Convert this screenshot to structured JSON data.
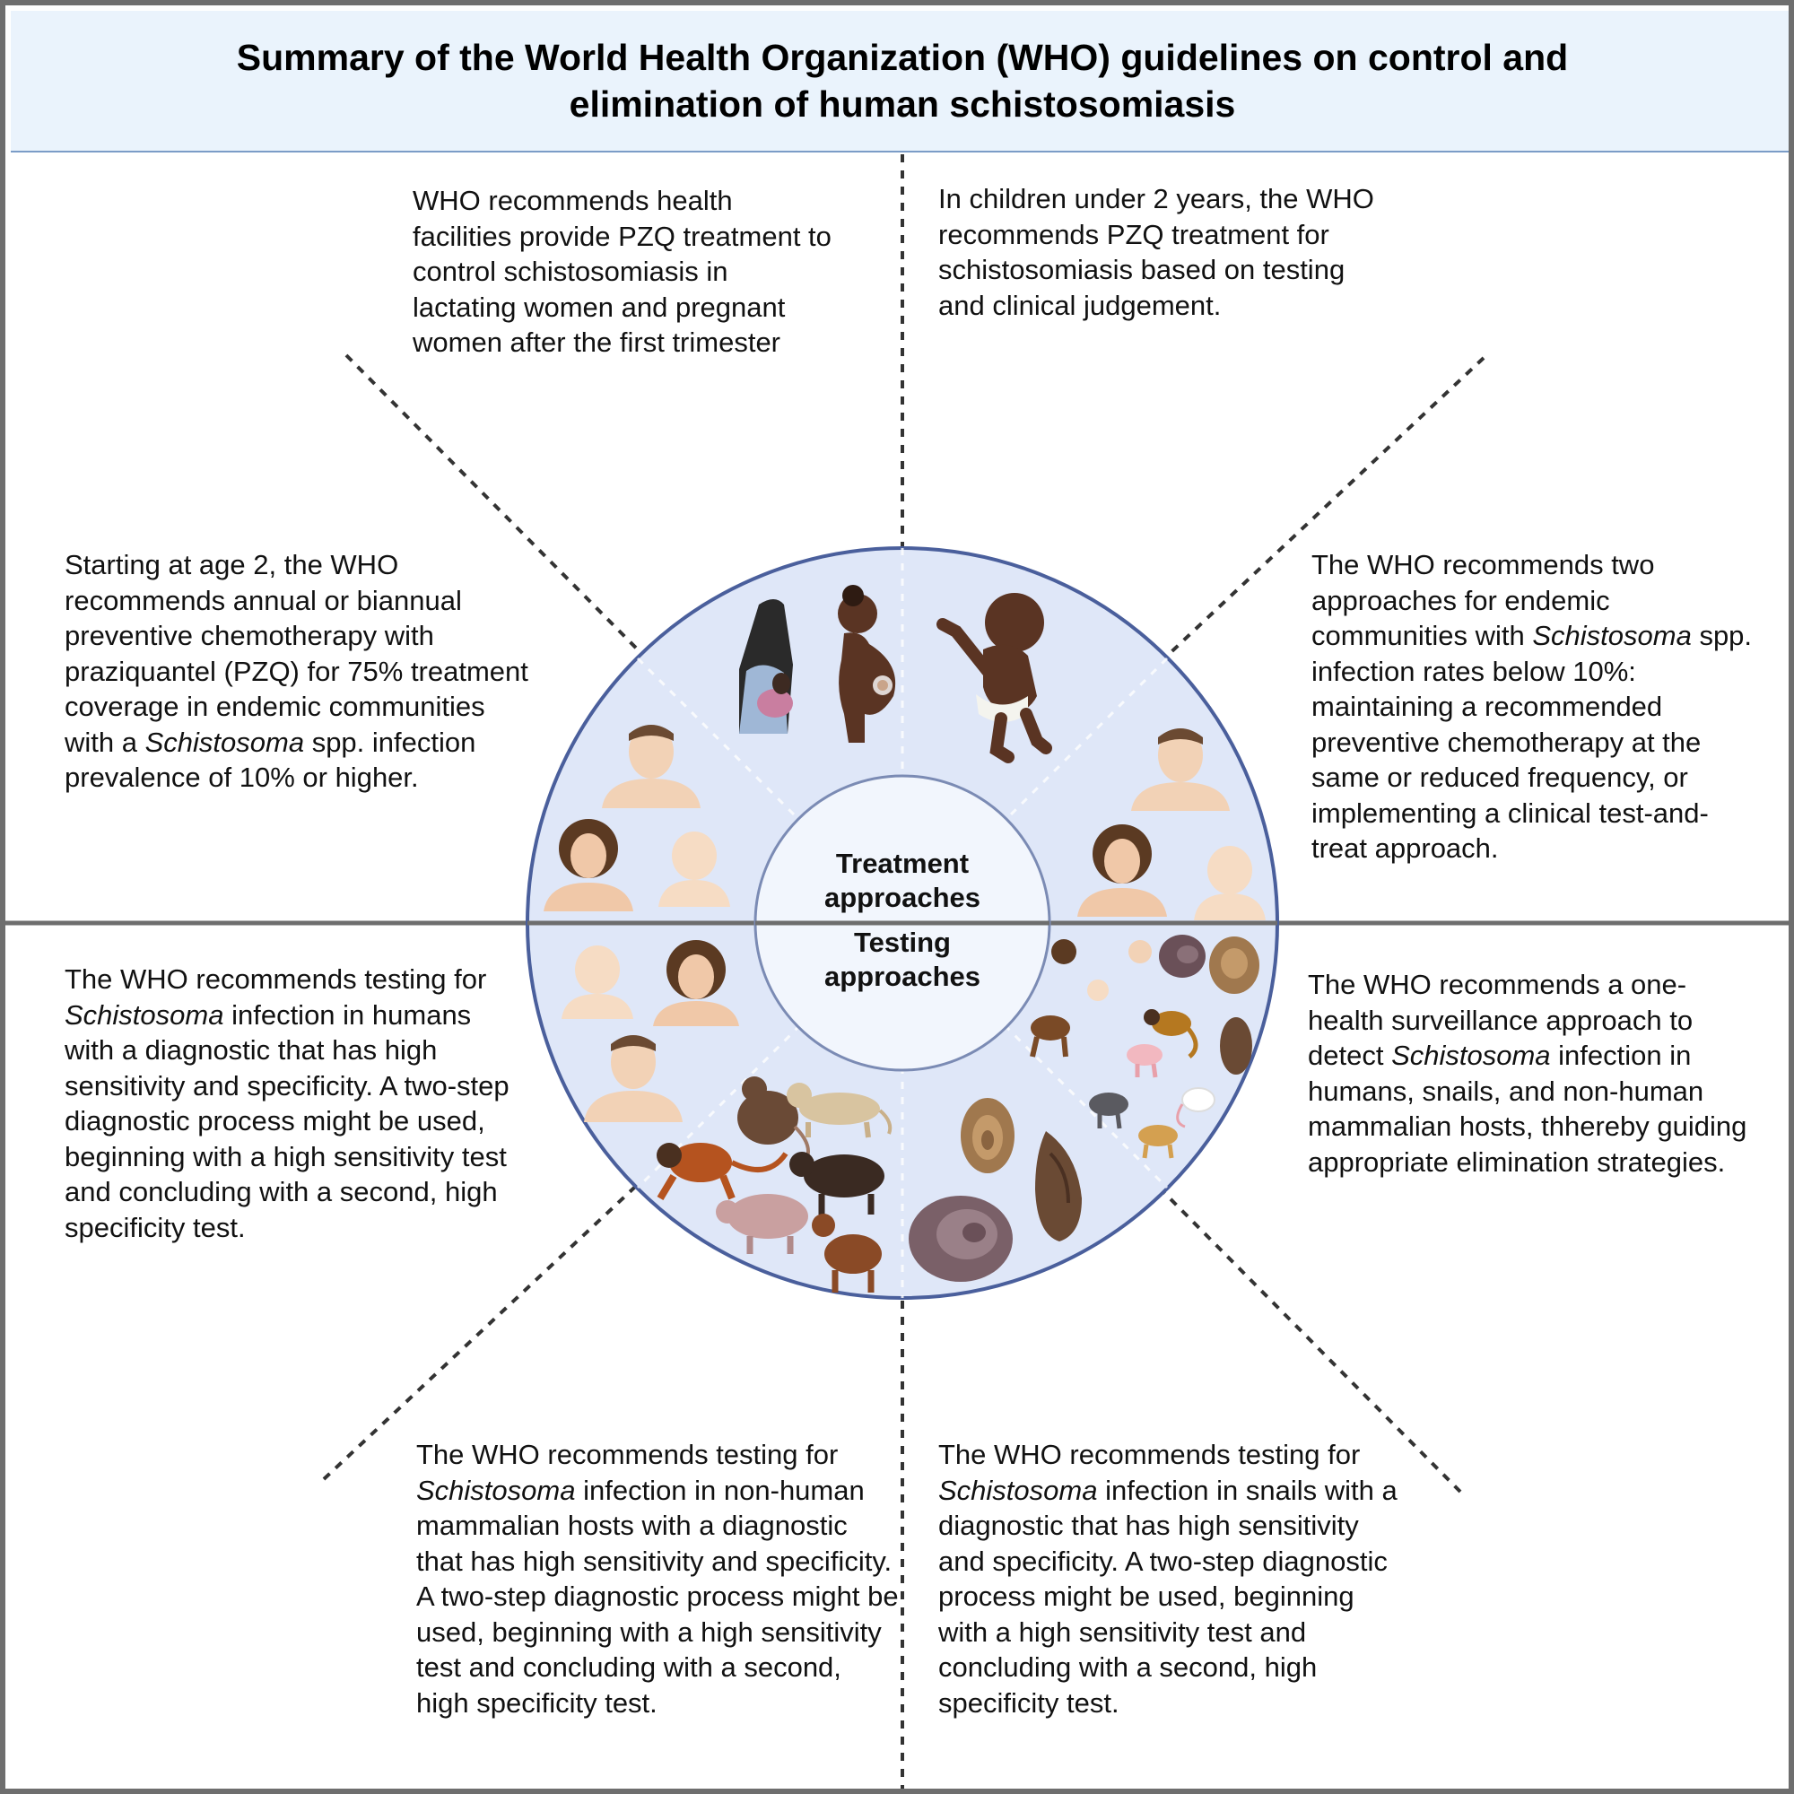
{
  "header": {
    "title_line1": "Summary of the World Health Organization (WHO) guidelines on control and",
    "title_line2": "elimination of human schistosomiasis"
  },
  "center": {
    "treatment_line1": "Treatment",
    "treatment_line2": "approaches",
    "testing_line1": "Testing",
    "testing_line2": "approaches"
  },
  "panels": {
    "top_left": "WHO recommends health facilities provide PZQ treatment to control schistosomiasis in  lactating women and pregnant women after the first trimester",
    "top_right": "In children under 2 years, the WHO recommends PZQ treatment for schistosomiasis based on testing and clinical judgement.",
    "left_upper": {
      "before": "Starting at age 2, the WHO recommends annual or biannual preventive chemotherapy with praziquantel (PZQ) for 75% treatment coverage in endemic communities with a ",
      "italic": "Schistosoma",
      "after": " spp. infection prevalence of 10% or higher."
    },
    "right_upper": {
      "before": "The WHO recommends two approaches for endemic communities with ",
      "italic": "Schistosoma",
      "after": " spp. infection rates below 10%: maintaining a recommended preventive chemotherapy at the same or reduced frequency, or implementing a clinical test-and-treat approach."
    },
    "left_lower": {
      "before": "The WHO recommends testing for ",
      "italic": "Schistosoma",
      "after": " infection in humans with a diagnostic that has high sensitivity and specificity. A two-step diagnostic process might be used, beginning with a high sensitivity test and concluding with a second, high specificity test."
    },
    "right_lower": {
      "before": "The WHO recommends a one-health surveillance approach to detect ",
      "italic": "Schistosoma",
      "after": " infection in humans, snails, and non-human mammalian hosts, thhereby guiding appropriate elimination strategies."
    },
    "bottom_left": {
      "before": "The WHO recommends testing for ",
      "italic": "Schistosoma",
      "after": " infection in non-human mammalian hosts with a diagnostic that has high sensitivity and specificity. A two-step diagnostic process might be used, beginning with a high sensitivity test and concluding with a second, high specificity test."
    },
    "bottom_right": {
      "before": "The WHO recommends testing for ",
      "italic": "Schistosoma",
      "after": " infection in snails with a diagnostic that has high sensitivity and specificity. A two-step diagnostic process might be used, beginning with a high sensitivity test and concluding with a second, high specificity test."
    }
  },
  "colors": {
    "header_bg": "#eaf3fc",
    "ring_fill": "#dfe7f8",
    "ring_stroke": "#4a5f9c",
    "inner_fill": "#f2f6fd",
    "divider": "#6e6e6e",
    "skin_light": "#f2d2b6",
    "skin_dark": "#5a3423",
    "snail": "#8b6a4a"
  },
  "icons": [
    "lactating-woman-icon",
    "pregnant-woman-icon",
    "infant-icon",
    "adult-man-icon",
    "woman-icon",
    "baby-icon",
    "snail-icon",
    "monkey-icon",
    "rat-icon",
    "lion-icon",
    "cow-icon",
    "pig-icon",
    "goat-icon",
    "mouse-icon",
    "dog-icon"
  ]
}
